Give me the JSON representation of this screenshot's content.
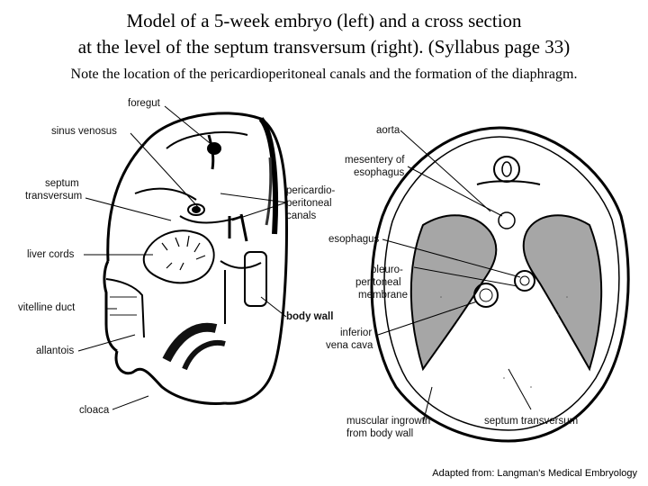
{
  "title_line1": "Model of a 5-week embryo (left) and a cross section",
  "title_line2": "at the level of the septum transversum (right).  (Syllabus page 33)",
  "subtitle": "Note the location of the pericardioperitoneal canals and the formation of the diaphragm.",
  "left_labels": {
    "foregut": "foregut",
    "sinus_venosus": "sinus venosus",
    "septum_line1": "septum",
    "septum_line2": "transversum",
    "pericardio_line1": "pericardio-",
    "pericardio_line2": "peritoneal",
    "pericardio_line3": "canals",
    "liver_cords": "liver cords",
    "vitelline_duct": "vitelline duct",
    "body_wall": "body wall",
    "allantois": "allantois",
    "cloaca": "cloaca"
  },
  "right_labels": {
    "aorta": "aorta",
    "mesentery_line1": "mesentery of",
    "mesentery_line2": "esophagus",
    "esophagus": "esophagus",
    "pleuro_line1": "pleuro-",
    "pleuro_line2": "peritoneal",
    "pleuro_line3": "membrane",
    "ivc_line1": "inferior",
    "ivc_line2": "vena cava",
    "muscular_line1": "muscular ingrowth",
    "muscular_line2": "from body wall",
    "septum_transversum": "septum transversum"
  },
  "credit": "Adapted from:  Langman's Medical Embryology"
}
